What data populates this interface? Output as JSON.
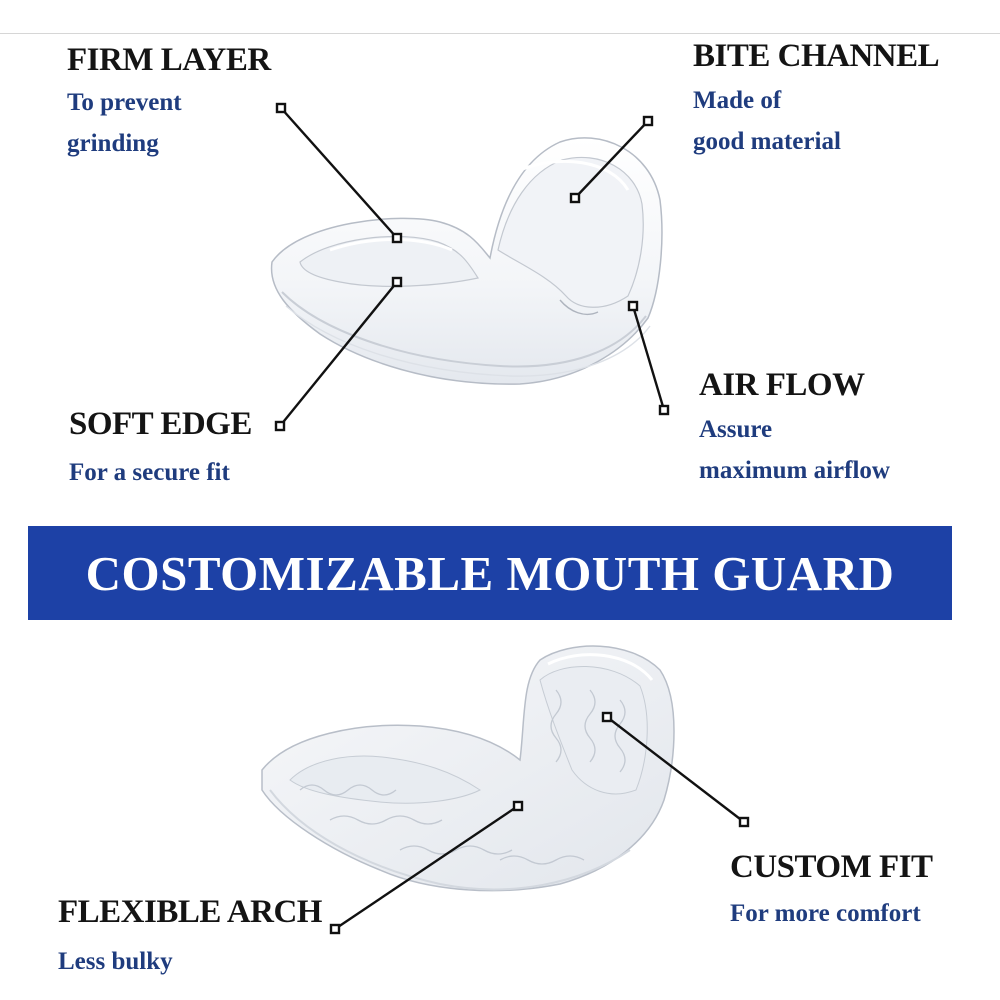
{
  "banner": {
    "title": "COSTOMIZABLE MOUTH GUARD",
    "color": "#1d41a6"
  },
  "features": {
    "firm_layer": {
      "title": "FIRM LAYER",
      "desc_line1": "To prevent",
      "desc_line2": "grinding"
    },
    "bite_channel": {
      "title": "BITE CHANNEL",
      "desc_line1": "Made of",
      "desc_line2": "good material"
    },
    "soft_edge": {
      "title": "SOFT EDGE",
      "desc_line1": "For a secure fit"
    },
    "air_flow": {
      "title": "AIR FLOW",
      "desc_line1": "Assure",
      "desc_line2": "maximum airflow"
    },
    "custom_fit": {
      "title": "CUSTOM FIT",
      "desc_line1": "For more comfort"
    },
    "flexible_arch": {
      "title": "FLEXIBLE ARCH",
      "desc_line1": "Less bulky"
    }
  },
  "colors": {
    "title_text": "#141414",
    "desc_text": "#1f3c7e",
    "banner_text": "#ffffff"
  },
  "images": {
    "top": "clear-mouth-guard-illustration",
    "bottom": "custom-molded-mouth-guard-illustration"
  }
}
